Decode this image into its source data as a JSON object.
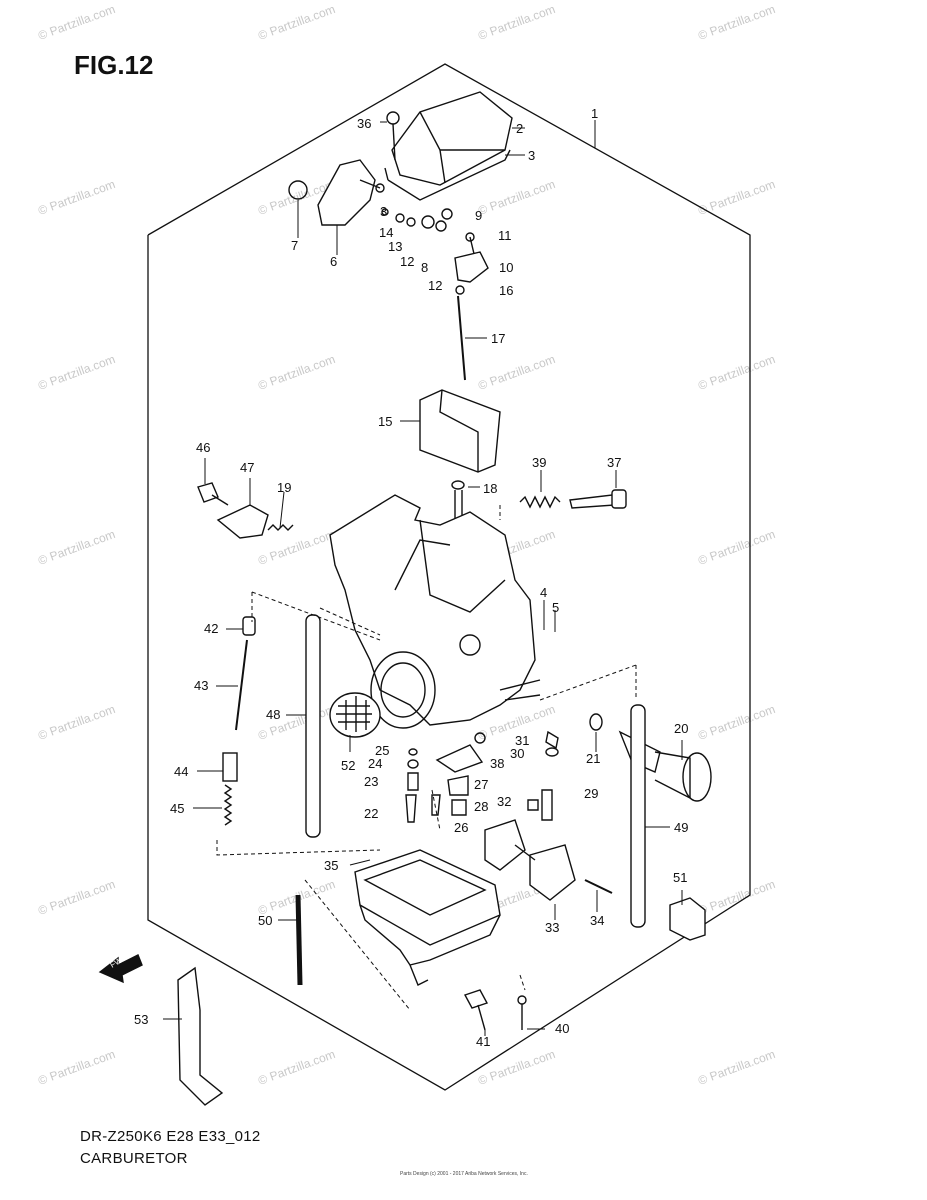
{
  "figure": {
    "title": "FIG.12",
    "model_code": "DR-Z250K6 E28 E33_012",
    "assembly_name": "CARBURETOR",
    "copyright": "Parts Design (c) 2001 - 2017 Ariba Network Services, Inc.",
    "watermark": "© Partzilla.com",
    "fwd_label": "FWD"
  },
  "callouts": [
    {
      "id": "1",
      "label": "1"
    },
    {
      "id": "2",
      "label": "2"
    },
    {
      "id": "3",
      "label": "3"
    },
    {
      "id": "3b",
      "label": "3"
    },
    {
      "id": "4",
      "label": "4"
    },
    {
      "id": "5",
      "label": "5"
    },
    {
      "id": "6",
      "label": "6"
    },
    {
      "id": "7",
      "label": "7"
    },
    {
      "id": "8",
      "label": "8"
    },
    {
      "id": "9",
      "label": "9"
    },
    {
      "id": "10",
      "label": "10"
    },
    {
      "id": "11",
      "label": "11"
    },
    {
      "id": "12a",
      "label": "12"
    },
    {
      "id": "12b",
      "label": "12"
    },
    {
      "id": "13",
      "label": "13"
    },
    {
      "id": "14",
      "label": "14"
    },
    {
      "id": "15",
      "label": "15"
    },
    {
      "id": "16",
      "label": "16"
    },
    {
      "id": "17",
      "label": "17"
    },
    {
      "id": "18",
      "label": "18"
    },
    {
      "id": "19",
      "label": "19"
    },
    {
      "id": "20",
      "label": "20"
    },
    {
      "id": "21",
      "label": "21"
    },
    {
      "id": "22",
      "label": "22"
    },
    {
      "id": "23",
      "label": "23"
    },
    {
      "id": "24",
      "label": "24"
    },
    {
      "id": "25",
      "label": "25"
    },
    {
      "id": "26",
      "label": "26"
    },
    {
      "id": "27",
      "label": "27"
    },
    {
      "id": "28",
      "label": "28"
    },
    {
      "id": "29",
      "label": "29"
    },
    {
      "id": "30",
      "label": "30"
    },
    {
      "id": "31",
      "label": "31"
    },
    {
      "id": "32",
      "label": "32"
    },
    {
      "id": "33",
      "label": "33"
    },
    {
      "id": "34",
      "label": "34"
    },
    {
      "id": "35",
      "label": "35"
    },
    {
      "id": "36",
      "label": "36"
    },
    {
      "id": "37",
      "label": "37"
    },
    {
      "id": "38",
      "label": "38"
    },
    {
      "id": "39",
      "label": "39"
    },
    {
      "id": "40",
      "label": "40"
    },
    {
      "id": "41",
      "label": "41"
    },
    {
      "id": "42",
      "label": "42"
    },
    {
      "id": "43",
      "label": "43"
    },
    {
      "id": "44",
      "label": "44"
    },
    {
      "id": "45",
      "label": "45"
    },
    {
      "id": "46",
      "label": "46"
    },
    {
      "id": "47",
      "label": "47"
    },
    {
      "id": "48",
      "label": "48"
    },
    {
      "id": "49",
      "label": "49"
    },
    {
      "id": "50",
      "label": "50"
    },
    {
      "id": "51",
      "label": "51"
    },
    {
      "id": "52",
      "label": "52"
    },
    {
      "id": "53",
      "label": "53"
    }
  ],
  "colors": {
    "ink": "#111111",
    "watermark": "#c8c8c8",
    "background": "#ffffff"
  }
}
